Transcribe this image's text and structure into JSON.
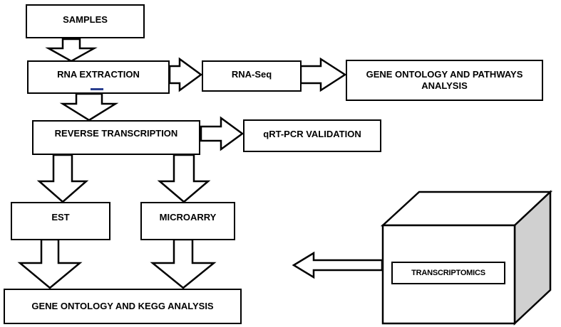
{
  "nodes": {
    "samples": "SAMPLES",
    "rna_extraction": "RNA EXTRACTION",
    "rna_seq": "RNA-Seq",
    "gene_ontology_pathways_line1": "GENE ONTOLOGY AND PATHWAYS",
    "gene_ontology_pathways_line2": "ANALYSIS",
    "reverse_transcription": "REVERSE TRANSCRIPTION",
    "qrt_pcr_validation": "qRT-PCR VALIDATION",
    "est": "EST",
    "microarry": "MICROARRY",
    "gene_ontology_kegg": "GENE ONTOLOGY AND KEGG ANALYSIS",
    "transcriptomics": "TRANSCRIPTOMICS"
  },
  "colors": {
    "stroke": "#000000",
    "fill": "#ffffff",
    "cube_side": "#d0d0d0",
    "underline_mark": "#2a3f8f"
  }
}
